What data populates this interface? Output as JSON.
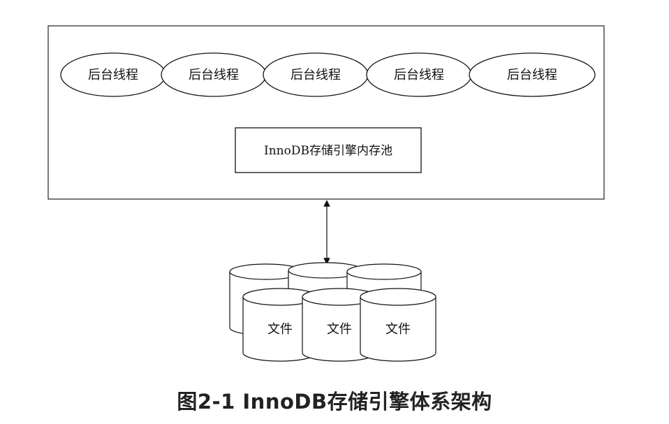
{
  "diagram": {
    "threads": [
      {
        "label": "后台线程"
      },
      {
        "label": "后台线程"
      },
      {
        "label": "后台线程"
      },
      {
        "label": "后台线程"
      },
      {
        "label": "后台线程"
      }
    ],
    "memory_pool": {
      "label": "InnoDB存储引擎内存池"
    },
    "files": [
      {
        "label": "文件"
      },
      {
        "label": "文件"
      },
      {
        "label": "文件"
      }
    ]
  },
  "caption": "图2-1 InnoDB存储引擎体系架构"
}
